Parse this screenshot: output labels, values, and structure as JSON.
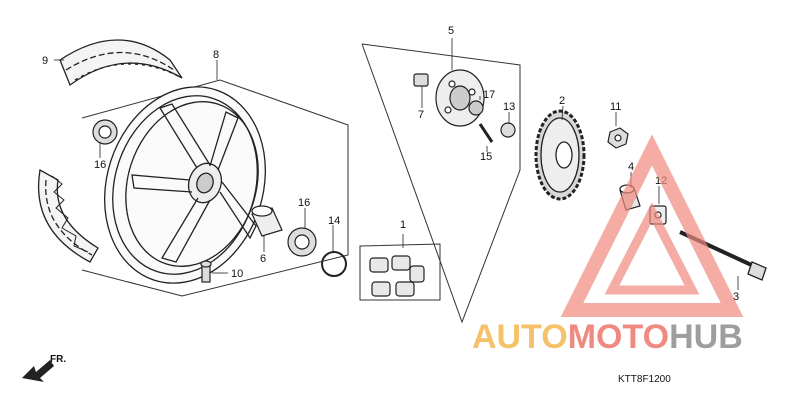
{
  "diagram": {
    "callouts": [
      "1",
      "2",
      "3",
      "4",
      "5",
      "6",
      "7",
      "8",
      "9",
      "10",
      "11",
      "12",
      "13",
      "14",
      "15",
      "16",
      "16",
      "17"
    ],
    "reference_code": "KTT8F1200",
    "front_marker": "FR."
  },
  "watermark": {
    "part_auto": "AUTO",
    "part_moto": "MOTO",
    "part_hub": "HUB",
    "color_auto": "#F5C26B",
    "color_moto": "#F08A80",
    "color_hub": "#9E9E9E",
    "triangle_color": "#F08A80"
  }
}
